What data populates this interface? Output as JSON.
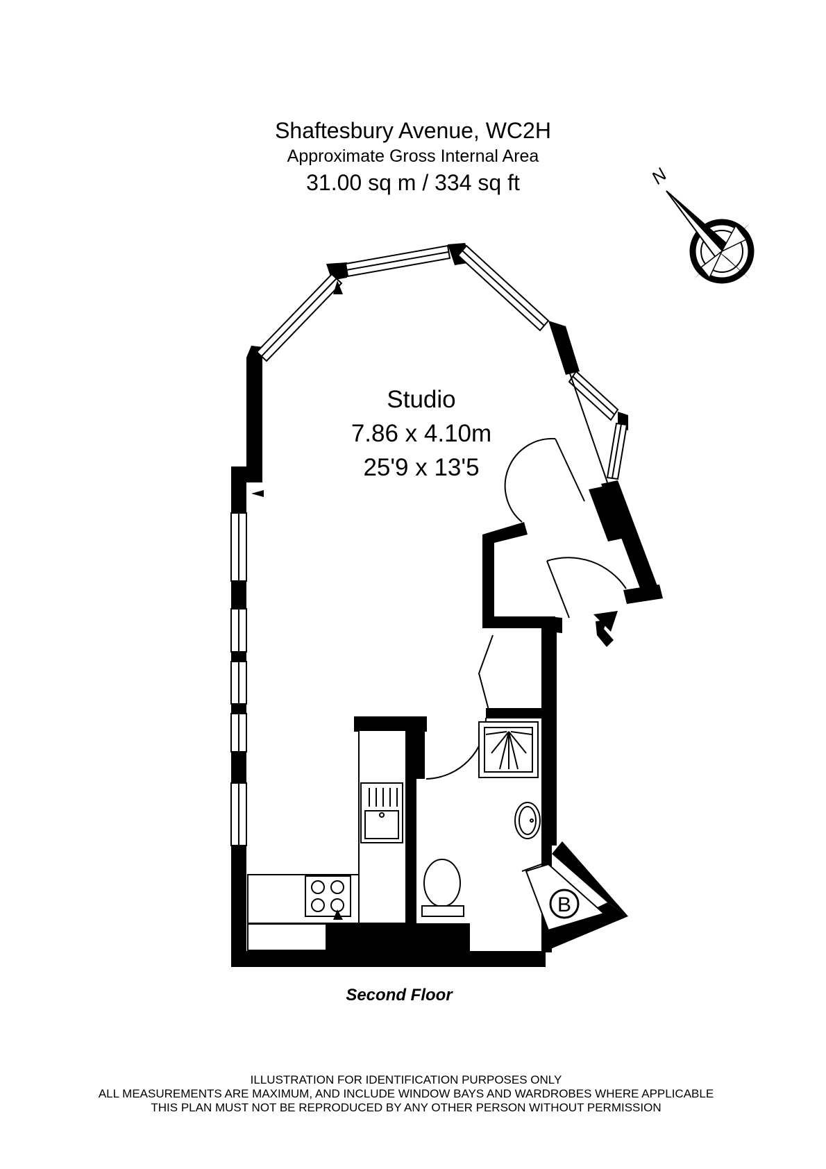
{
  "header": {
    "title": "Shaftesbury Avenue, WC2H",
    "subtitle": "Approximate Gross Internal Area",
    "area": "31.00 sq m  /  334 sq ft"
  },
  "compass": {
    "north_letter": "N"
  },
  "rooms": [
    {
      "name": "Studio",
      "dims_metric": "7.86 x 4.10m",
      "dims_imperial": "25'9 x 13'5"
    }
  ],
  "boiler_label": "B",
  "floor_label": "Second Floor",
  "disclaimer": [
    "ILLUSTRATION FOR IDENTIFICATION PURPOSES ONLY",
    "ALL MEASUREMENTS ARE MAXIMUM, AND INCLUDE WINDOW BAYS AND WARDROBES WHERE APPLICABLE",
    "THIS PLAN MUST NOT BE REPRODUCED BY ANY OTHER PERSON WITHOUT PERMISSION"
  ]
}
